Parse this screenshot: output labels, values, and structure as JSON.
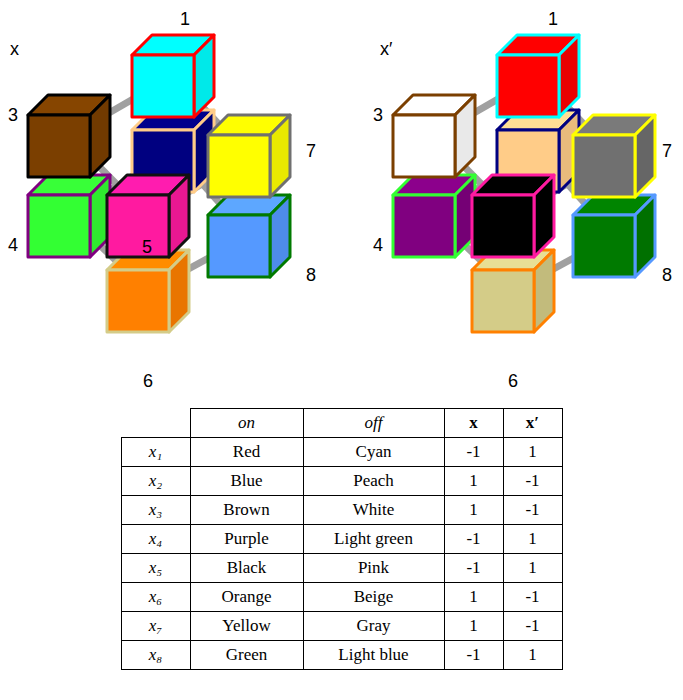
{
  "diagram": {
    "labels": [
      "x",
      "1",
      "3",
      "7",
      "4",
      "8",
      "6",
      "5",
      "x′",
      "1",
      "3",
      "7",
      "4",
      "8",
      "6",
      "on",
      "off",
      "x",
      "x′",
      "x₁",
      "Red",
      "Cyan",
      "-1",
      "1",
      "x₂",
      "Blue",
      "Peach",
      "1",
      "-1",
      "x₃",
      "Brown",
      "White",
      "1",
      "-1",
      "x₄",
      "Purple",
      "Light green",
      "-1",
      "1",
      "x₅",
      "Black",
      "Pink",
      "-1",
      "1",
      "x₆",
      "Orange",
      "Beige",
      "1",
      "-1",
      "x₇",
      "Yellow",
      "Gray",
      "1",
      "-1",
      "x₈",
      "Green",
      "Light blue",
      "-1",
      "1"
    ]
  }
}
